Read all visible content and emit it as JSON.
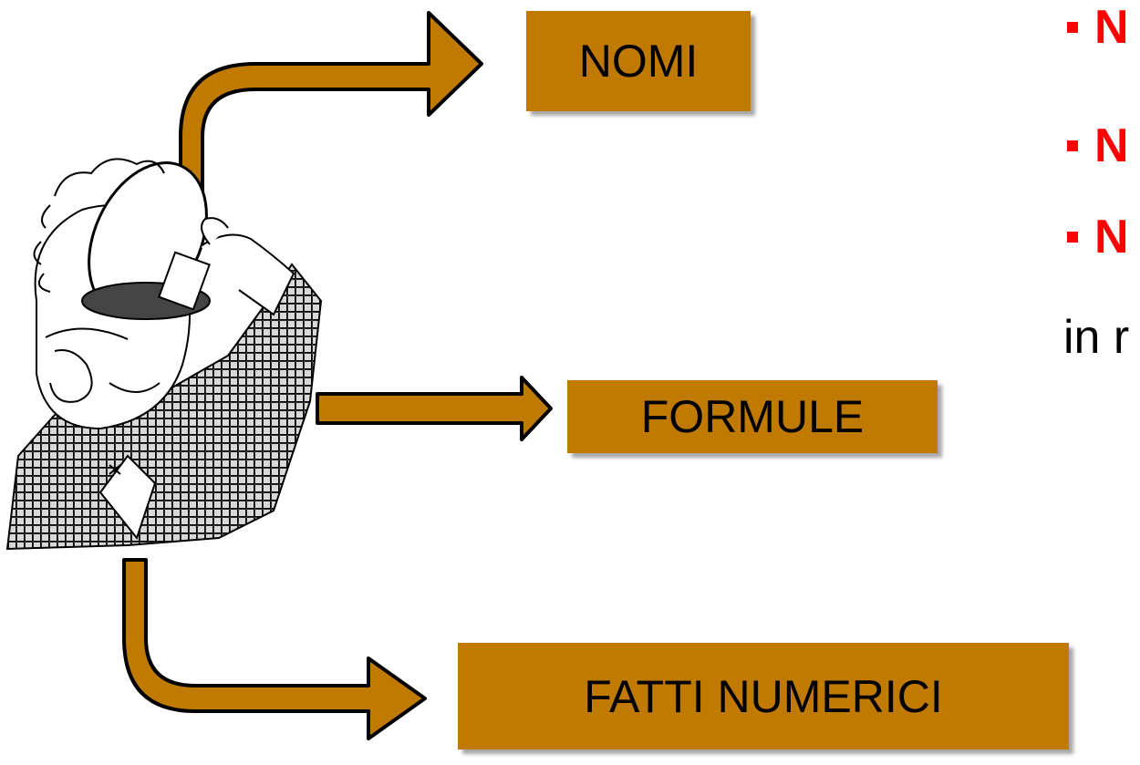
{
  "boxes": {
    "nomi": "NOMI",
    "formule": "FORMULE",
    "fatti_numerici": "FATTI NUMERICI"
  },
  "bullets": [
    "N",
    "N",
    "N"
  ],
  "trailing_text": "in r",
  "colors": {
    "box_fill": "#C07A00",
    "bullet_red": "#FF0000",
    "arrow_fill": "#C07A00",
    "arrow_stroke": "#000000"
  }
}
